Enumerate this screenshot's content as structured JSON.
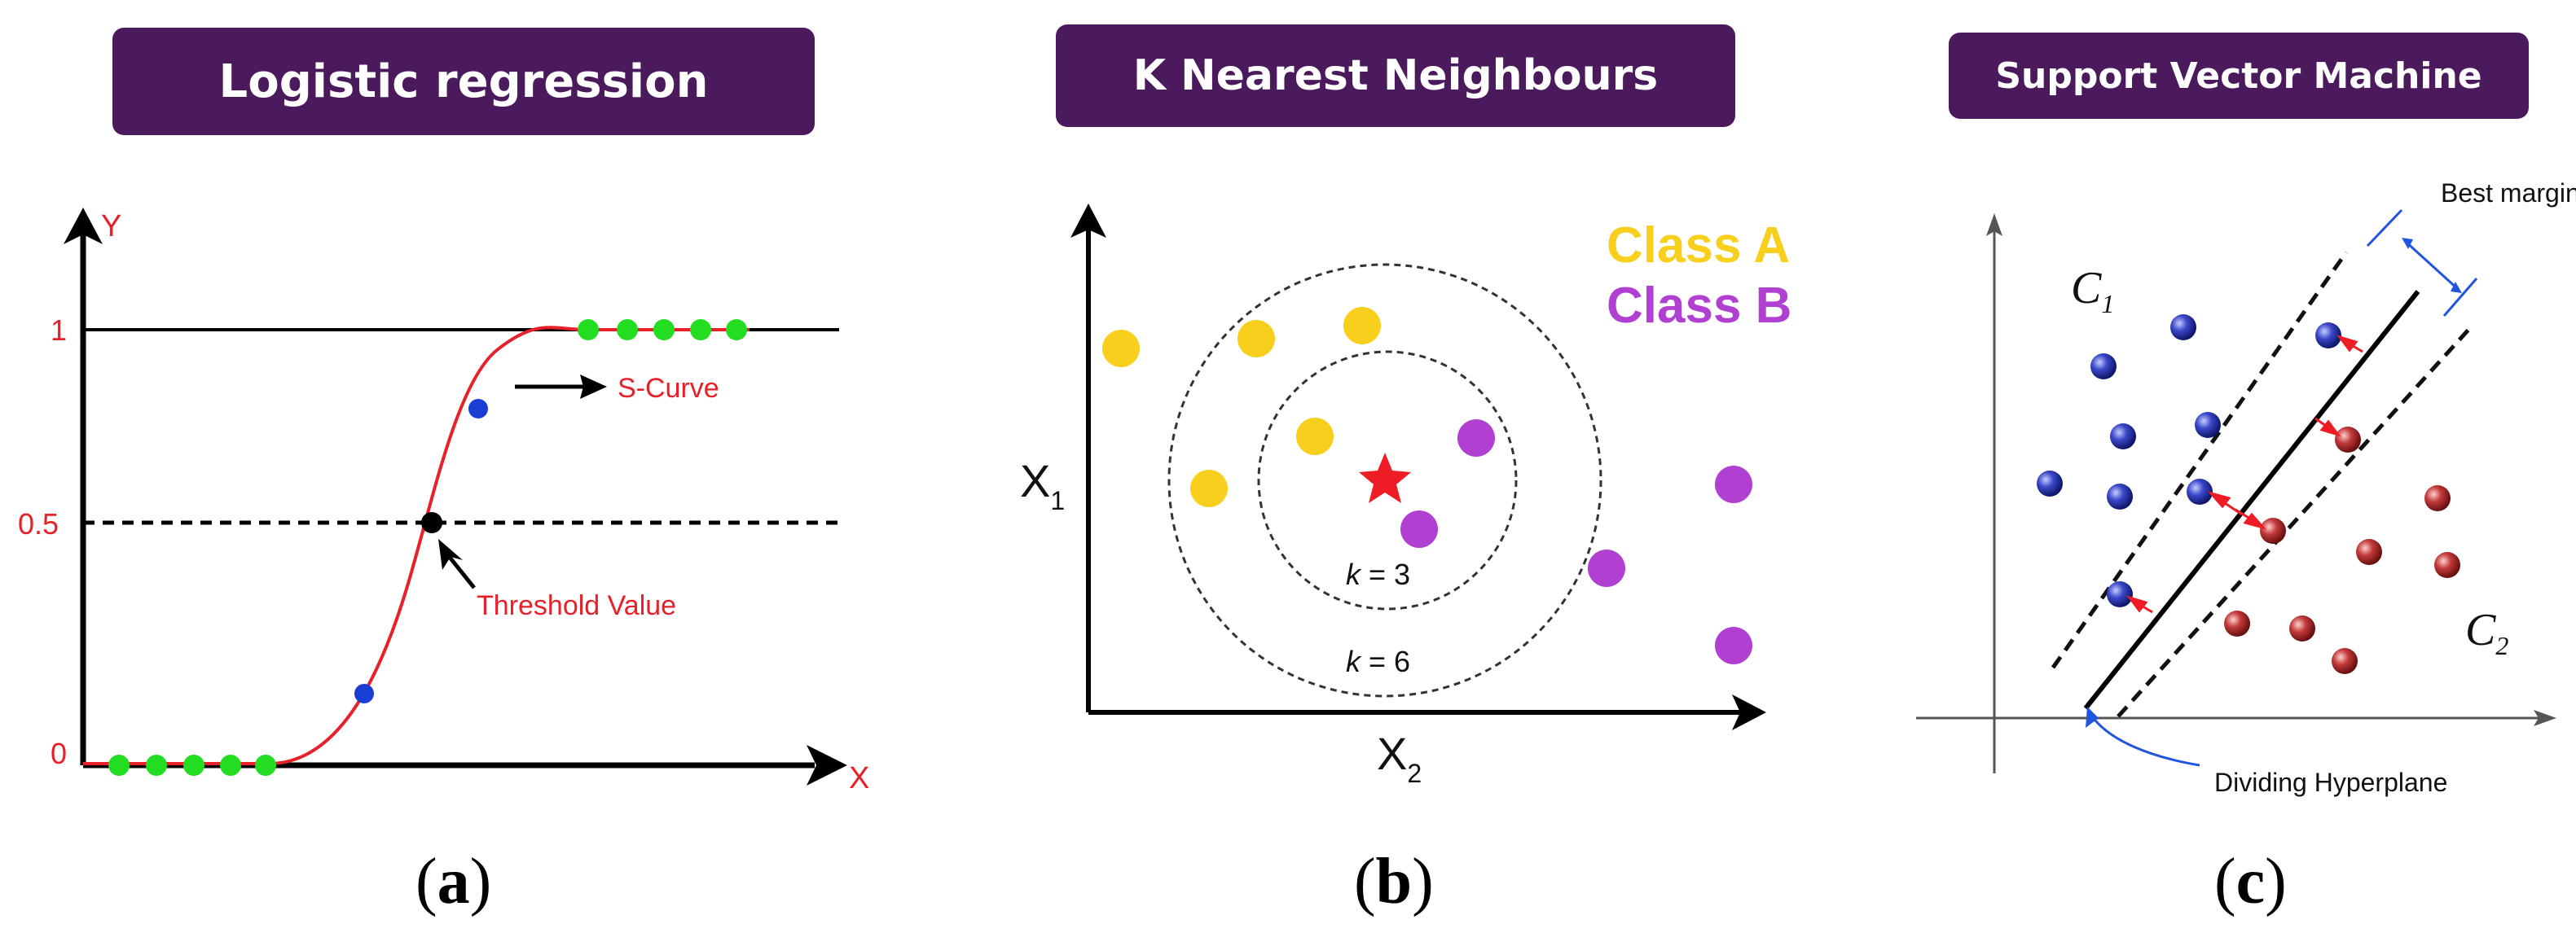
{
  "panel_a": {
    "title": "Logistic regression",
    "label_open": "(",
    "label_letter": "a",
    "label_close": ")",
    "axis_x": "X",
    "axis_y": "Y",
    "tick_1": "1",
    "tick_05": "0.5",
    "tick_0": "0",
    "annotation_curve": "S-Curve",
    "annotation_threshold": "Threshold Value",
    "colors": {
      "curve": "#e8202a",
      "class0": "#22dd22",
      "mid": "#1a3ed4",
      "text": "#e8202a"
    }
  },
  "panel_b": {
    "title": "K Nearest Neighbours",
    "label_open": "(",
    "label_letter": "b",
    "label_close": ")",
    "legend_a": "Class A",
    "legend_b": "Class B",
    "axis_x_main": "X",
    "axis_x_sub": "2",
    "axis_y_main": "X",
    "axis_y_sub": "1",
    "k_inner_var": "k",
    "k_inner_rest": " = 3",
    "k_outer_var": "k",
    "k_outer_rest": " = 6",
    "colors": {
      "class_a": "#f7cf1c",
      "class_b": "#b13fd1",
      "query": "#ee1c24"
    }
  },
  "panel_c": {
    "title": "Support Vector Machine",
    "label_open": "(",
    "label_letter": "c",
    "label_close": ")",
    "best_margin": "Best margin",
    "hyperplane": "Dividing Hyperplane",
    "c1_main": "C",
    "c1_sub": "1",
    "c2_main": "C",
    "c2_sub": "2",
    "colors": {
      "class_1": "#2a2f9a",
      "class_2": "#b52a2a",
      "arrow": "#ee1c24",
      "margin": "#2255dd"
    }
  }
}
